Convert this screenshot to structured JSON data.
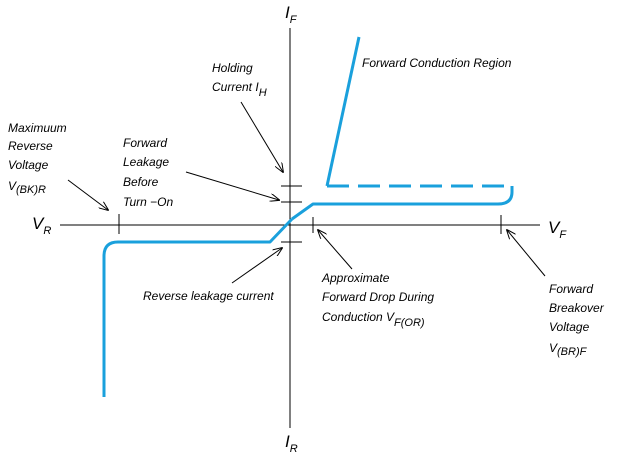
{
  "colors": {
    "curve": "#1aa0dc",
    "ink": "#000000",
    "background": "#ffffff"
  },
  "axes": {
    "y_top": {
      "main": "I",
      "sub": "F"
    },
    "y_bottom": {
      "main": "I",
      "sub": "R"
    },
    "x_left": {
      "main": "V",
      "sub": "R"
    },
    "x_right": {
      "main": "V",
      "sub": "F"
    }
  },
  "annotations": {
    "max_reverse": {
      "line1": "Maximuum",
      "line2": "Reverse",
      "line3": "Voltage",
      "line4": "V",
      "line4_sub": "(BK)R"
    },
    "forward_leakage": {
      "line1": "Forward",
      "line2": "Leakage",
      "line3": "Before",
      "line4": "Turn −On"
    },
    "holding": {
      "line1": "Holding",
      "line2": "Current I",
      "line2_sub": "H"
    },
    "forward_conduction": "Forward Conduction Region",
    "reverse_leakage": "Reverse leakage current",
    "approx_drop": {
      "line1": "Approximate",
      "line2": "Forward Drop During",
      "line3": "Conduction V",
      "line3_sub": "F(OR)"
    },
    "breakover": {
      "line1": "Forward",
      "line2": "Breakover",
      "line3": "Voltage",
      "line4": "V",
      "line4_sub": "(BR)F"
    }
  }
}
